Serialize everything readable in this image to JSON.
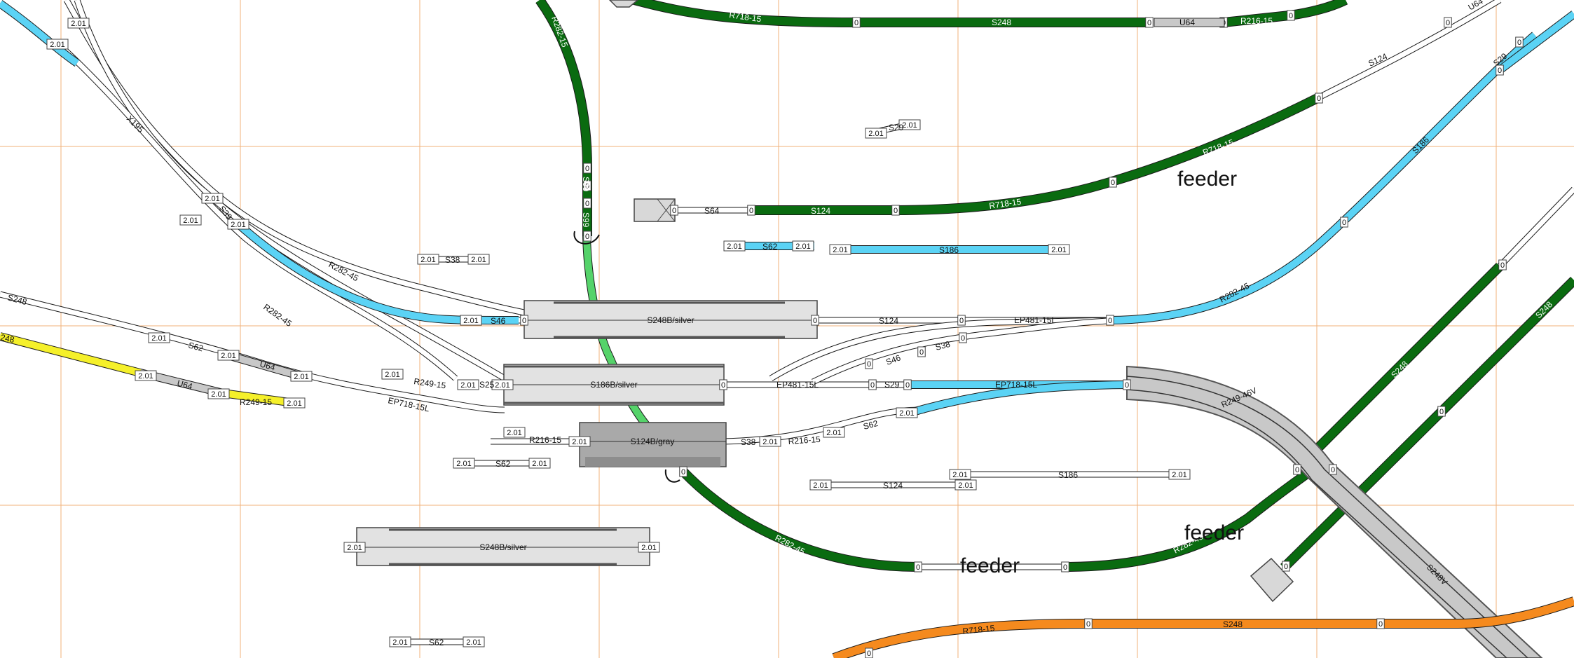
{
  "track_labels": {
    "r718_15_top": "R718-15",
    "s248_top": "S248",
    "u64_top": "U64",
    "r216_15_top": "R216-15",
    "u64_tr": "U64",
    "s124_tr": "S124",
    "r282_15_vert": "R282-15",
    "s99_a": "S99",
    "s99_b": "S99",
    "s29_small": "S29",
    "r718_15_mid": "R718-15",
    "s64_mid": "S64",
    "s124_mid": "S124",
    "r718_15_low": "R718-15",
    "s186_curve": "S186",
    "s29_curve": "S29",
    "s62_loose": "S62",
    "s186_loose": "S186",
    "s38_loose": "S38",
    "x195": "X195",
    "s39": "S39",
    "r282_45_left": "R282-45",
    "r282_45_left2": "R282-45",
    "s46": "S46",
    "s124_main": "S124",
    "ep481_15l_main": "EP481-15L",
    "r282_45_right": "R282-45",
    "s248_left": "S248",
    "s62_left": "S62",
    "u64_left": "U64",
    "r249_15_a": "R249-15",
    "s25": "S25",
    "s46_b": "S46",
    "s38_b": "S38",
    "ep481_15l_b": "EP481-15L",
    "s29_b": "S29",
    "ep718_15l_b": "EP718-15L",
    "yellow_248": "248",
    "u64_yellow": "U64",
    "r249_15_yellow": "R249-15",
    "ep718_15l_left": "EP718-15L",
    "r216_15_left": "R216-15",
    "s38_c": "S38",
    "r216_15_c": "R216-15",
    "s62_c": "S62",
    "s62_loose2": "S62",
    "s124_loose": "S124",
    "s186_loose2": "S186",
    "r249_46v": "R249-46V",
    "s248_right1": "S248",
    "s248_right2": "S248",
    "s248v": "S248V",
    "r282_45_bottom": "R282-45",
    "r282_45_right2": "R282-45",
    "r718_15_orange": "R718-15",
    "s248_orange": "S248",
    "s62_bottom": "S62"
  },
  "platforms": {
    "p1": "S248B/silver",
    "p2": "S186B/silver",
    "p3": "S124B/gray",
    "p4": "S248B/silver"
  },
  "feeders": {
    "f1": "feeder",
    "f2": "feeder",
    "f3": "feeder"
  },
  "joint_values": {
    "zero": "0",
    "two": "2.01"
  },
  "colors": {
    "dark_green": "#0a6b10",
    "light_green": "#55d36a",
    "cyan": "#5bd3f5",
    "yellow": "#f5f02a",
    "orange": "#f58a1e",
    "gray": "#c8c8c8",
    "gray_dark": "#9d9d9d",
    "white": "#ffffff",
    "grid": "#f0b27a"
  }
}
